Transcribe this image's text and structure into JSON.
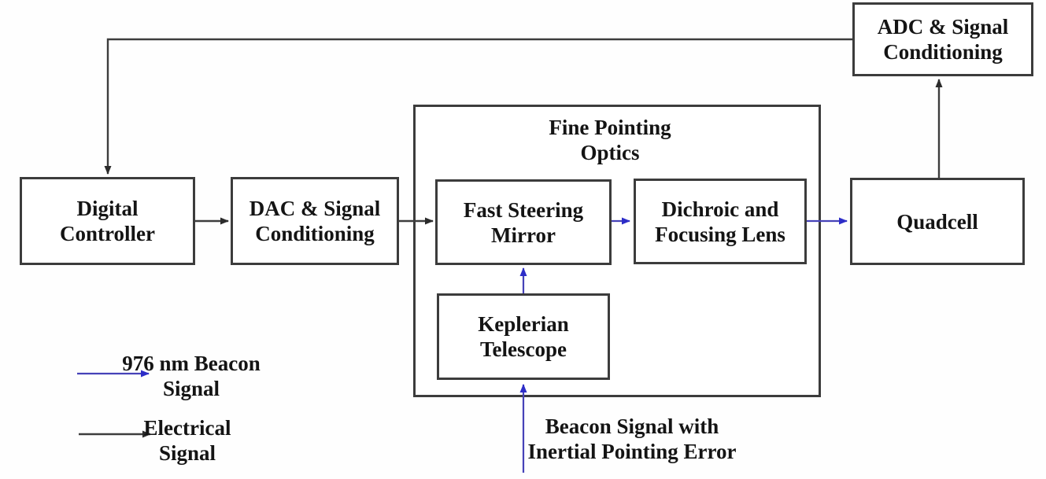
{
  "nodes": {
    "digital_controller": {
      "label": "Digital\nController"
    },
    "dac": {
      "label": "DAC & Signal\nConditioning"
    },
    "fine_pointing_optics": {
      "label": "Fine Pointing\nOptics"
    },
    "fast_steering_mirror": {
      "label": "Fast Steering\nMirror"
    },
    "dichroic_focusing_lens": {
      "label": "Dichroic and\nFocusing Lens"
    },
    "keplerian_telescope": {
      "label": "Keplerian\nTelescope"
    },
    "quadcell": {
      "label": "Quadcell"
    },
    "adc": {
      "label": "ADC & Signal\nConditioning"
    }
  },
  "legend": {
    "beacon": {
      "label": "976 nm Beacon\nSignal",
      "color": "#4642b8"
    },
    "electrical": {
      "label": "Electrical\nSignal",
      "color": "#3d3d3d"
    }
  },
  "annotations": {
    "beacon_input": {
      "label": "Beacon Signal with\nInertial Pointing Error"
    }
  }
}
